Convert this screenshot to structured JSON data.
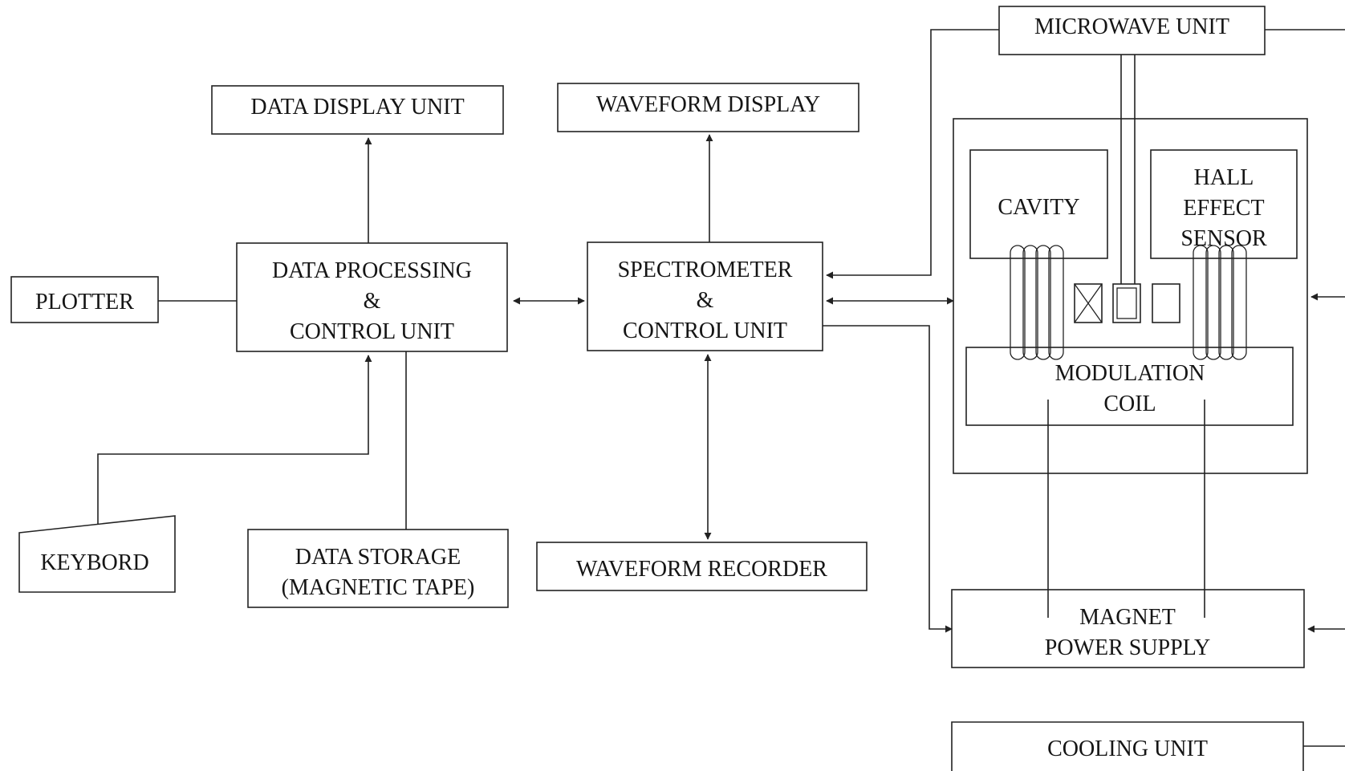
{
  "boxes": {
    "data_display": "DATA DISPLAY UNIT",
    "waveform_display": "WAVEFORM DISPLAY",
    "microwave": "MICROWAVE UNIT",
    "plotter": "PLOTTER",
    "data_processing": [
      "DATA PROCESSING",
      "&",
      "CONTROL UNIT"
    ],
    "spectrometer": [
      "SPECTROMETER",
      "&",
      "CONTROL UNIT"
    ],
    "cavity": "CAVITY",
    "hall_sensor": [
      "HALL",
      "EFFECT",
      "SENSOR"
    ],
    "modulation_coil": [
      "MODULATION",
      "COIL"
    ],
    "keyboard": "KEYBORD",
    "data_storage": [
      "DATA STORAGE",
      "(MAGNETIC TAPE)"
    ],
    "waveform_recorder": "WAVEFORM RECORDER",
    "magnet_power_supply": [
      "MAGNET",
      "POWER SUPPLY"
    ],
    "cooling": "COOLING UNIT"
  }
}
